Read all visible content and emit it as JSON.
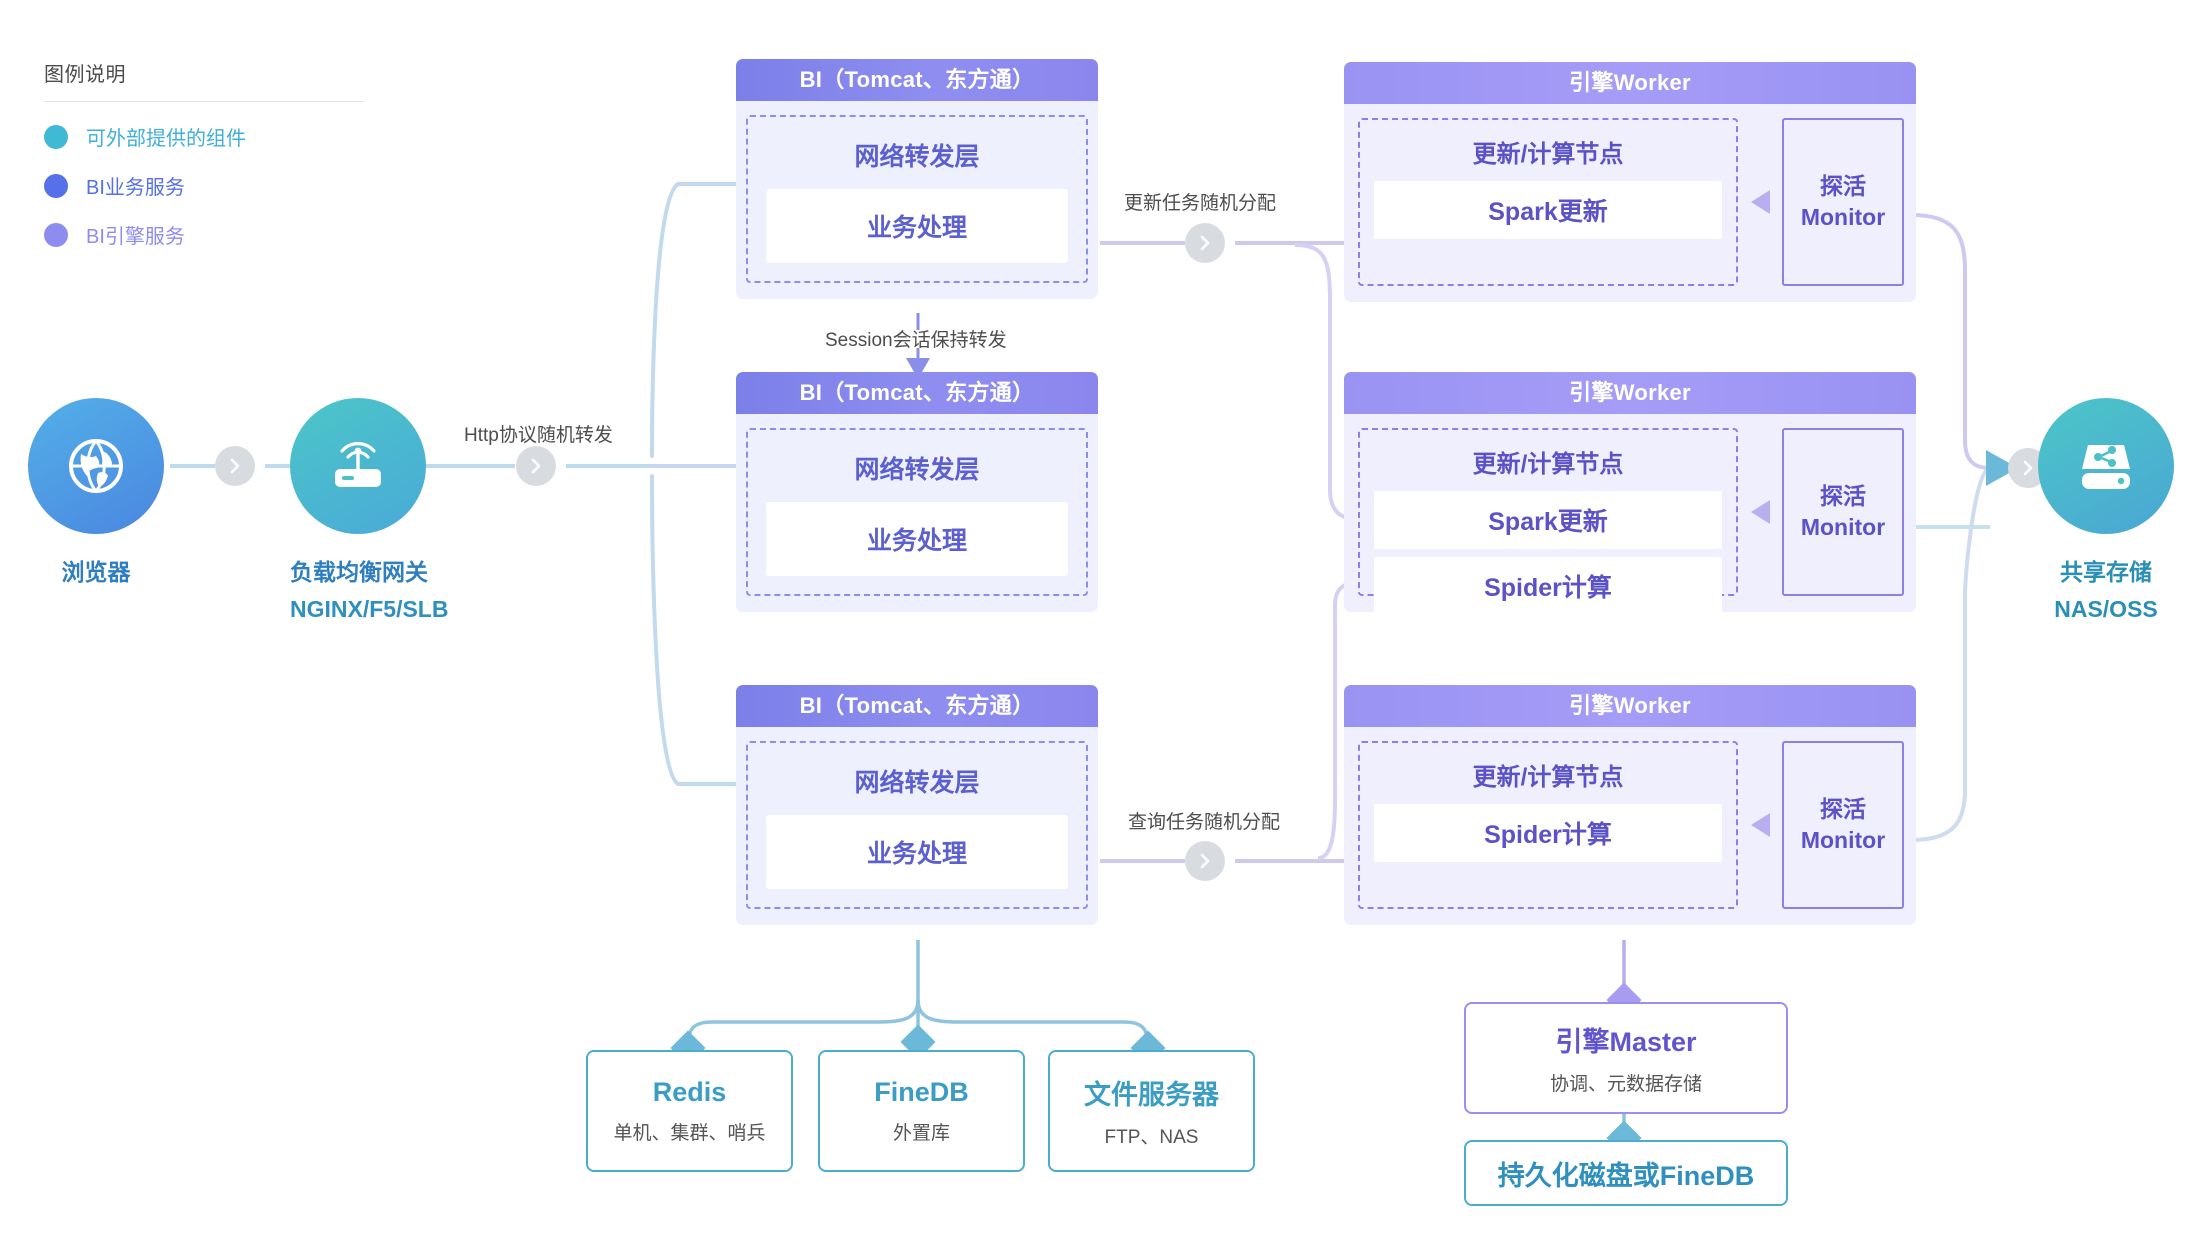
{
  "legend": {
    "title": "图例说明",
    "items": [
      {
        "label": "可外部提供的组件",
        "color": "#3fb9d4",
        "text_color": "#3fb0d8"
      },
      {
        "label": "BI业务服务",
        "color": "#5570e8",
        "text_color": "#5570e8"
      },
      {
        "label": "BI引擎服务",
        "color": "#8f8cf0",
        "text_color": "#8f8cf0"
      }
    ]
  },
  "nodes": {
    "browser": {
      "label": "浏览器",
      "sub": "",
      "icon": "globe-icon"
    },
    "gateway": {
      "label": "负载均衡网关",
      "sub": "NGINX/F5/SLB",
      "icon": "router-icon"
    },
    "storage": {
      "label": "共享存储",
      "sub": "NAS/OSS",
      "icon": "shared-disk-icon"
    }
  },
  "bi_panels": [
    {
      "title": "BI（Tomcat、东方通）",
      "layer": "网络转发层",
      "card": "业务处理"
    },
    {
      "title": "BI（Tomcat、东方通）",
      "layer": "网络转发层",
      "card": "业务处理"
    },
    {
      "title": "BI（Tomcat、东方通）",
      "layer": "网络转发层",
      "card": "业务处理"
    }
  ],
  "workers": [
    {
      "title": "引擎Worker",
      "node_title": "更新/计算节点",
      "cards": [
        "Spark更新"
      ],
      "monitor_line1": "探活",
      "monitor_line2": "Monitor"
    },
    {
      "title": "引擎Worker",
      "node_title": "更新/计算节点",
      "cards": [
        "Spark更新",
        "Spider计算"
      ],
      "monitor_line1": "探活",
      "monitor_line2": "Monitor"
    },
    {
      "title": "引擎Worker",
      "node_title": "更新/计算节点",
      "cards": [
        "Spider计算"
      ],
      "monitor_line1": "探活",
      "monitor_line2": "Monitor"
    }
  ],
  "edge_labels": {
    "http": "Http协议随机转发",
    "session": "Session会话保持转发",
    "update_task": "更新任务随机分配",
    "query_task": "查询任务随机分配"
  },
  "bottom_boxes": [
    {
      "title": "Redis",
      "sub": "单机、集群、哨兵"
    },
    {
      "title": "FineDB",
      "sub": "外置库"
    },
    {
      "title": "文件服务器",
      "sub": "FTP、NAS"
    }
  ],
  "engine_master": {
    "title": "引擎Master",
    "sub": "协调、元数据存储"
  },
  "persistence": {
    "title": "持久化磁盘或FineDB"
  },
  "colors": {
    "bi_header": "#8b8ef0",
    "worker_header": "#9e96f4",
    "teal": "#4aadd0",
    "purple": "#8b7fe8",
    "wire_blue": "#a9cfe8",
    "wire_purple": "#c9c3f2"
  }
}
